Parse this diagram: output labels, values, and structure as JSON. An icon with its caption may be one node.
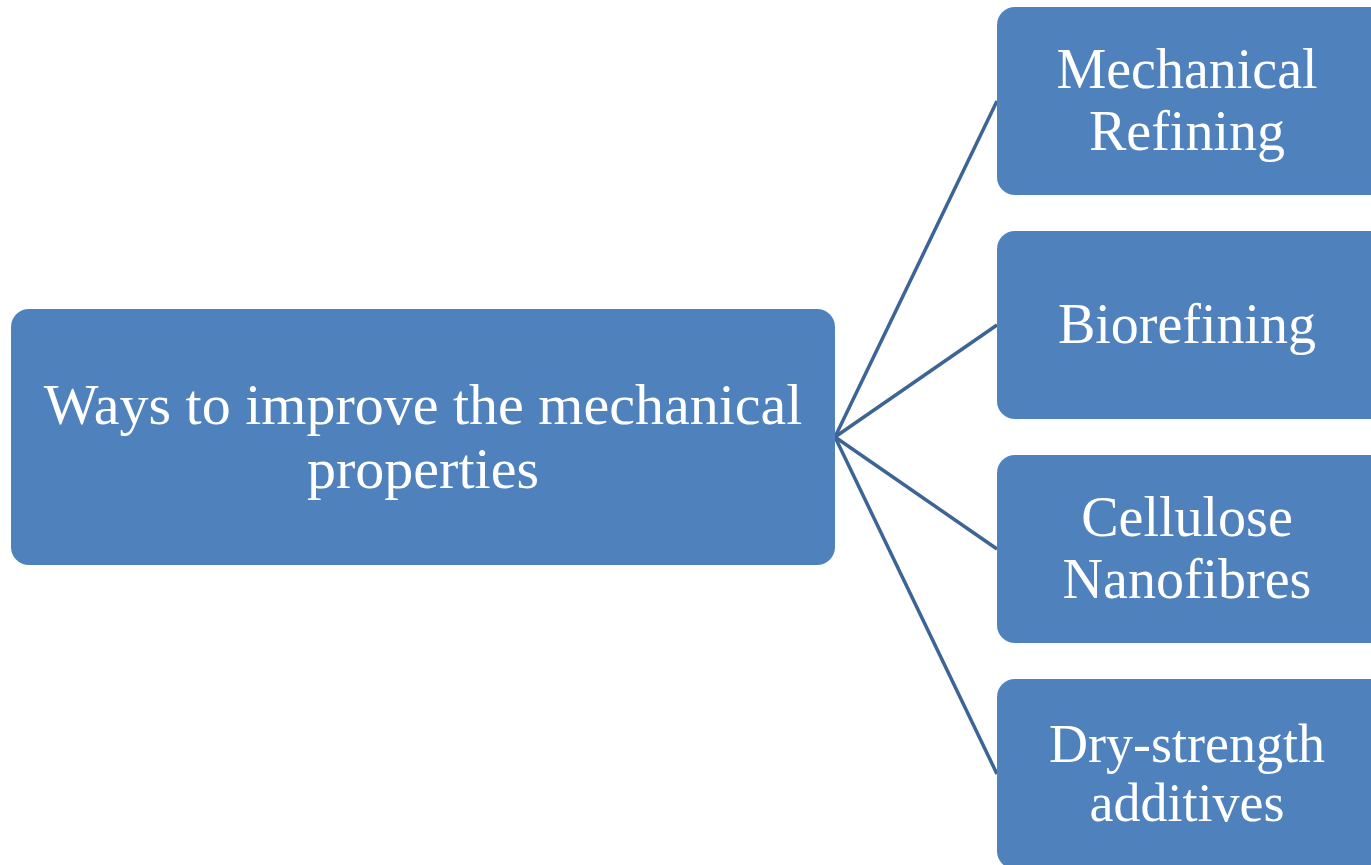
{
  "diagram": {
    "nodes": [
      {
        "text": [
          "Ways to improve the mechanical properties"
        ]
      },
      {
        "text": [
          "Mechanical Refining"
        ]
      },
      {
        "text": [
          "Biorefining"
        ]
      },
      {
        "text": [
          "Cellulose Nanofibres"
        ]
      },
      {
        "text": [
          "Dry-strength additives"
        ]
      }
    ],
    "edges": [
      {
        "from": 0,
        "to": 1,
        "arrow": "none"
      },
      {
        "from": 0,
        "to": 2,
        "arrow": "none"
      },
      {
        "from": 0,
        "to": 3,
        "arrow": "none"
      },
      {
        "from": 0,
        "to": 4,
        "arrow": "none"
      }
    ]
  }
}
